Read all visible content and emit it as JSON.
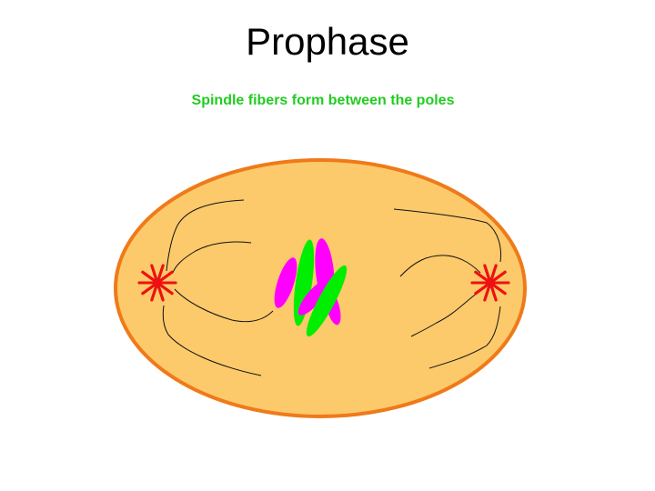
{
  "slide": {
    "title": "Prophase",
    "subtitle": "Spindle fibers form between the poles"
  },
  "colors": {
    "background": "#ffffff",
    "title_text": "#000000",
    "subtitle_text": "#22cc22",
    "cell_fill": "#fcc96b",
    "cell_outline": "#ef7a1a",
    "centrosome": "#ee1111",
    "spindle_fiber": "#111111",
    "chromosome_magenta": "#ff00ff",
    "chromosome_green": "#00ee00"
  },
  "diagram": {
    "structures": [
      "cell",
      "left-centrosome",
      "right-centrosome",
      "spindle-fibers",
      "chromosomes"
    ]
  }
}
